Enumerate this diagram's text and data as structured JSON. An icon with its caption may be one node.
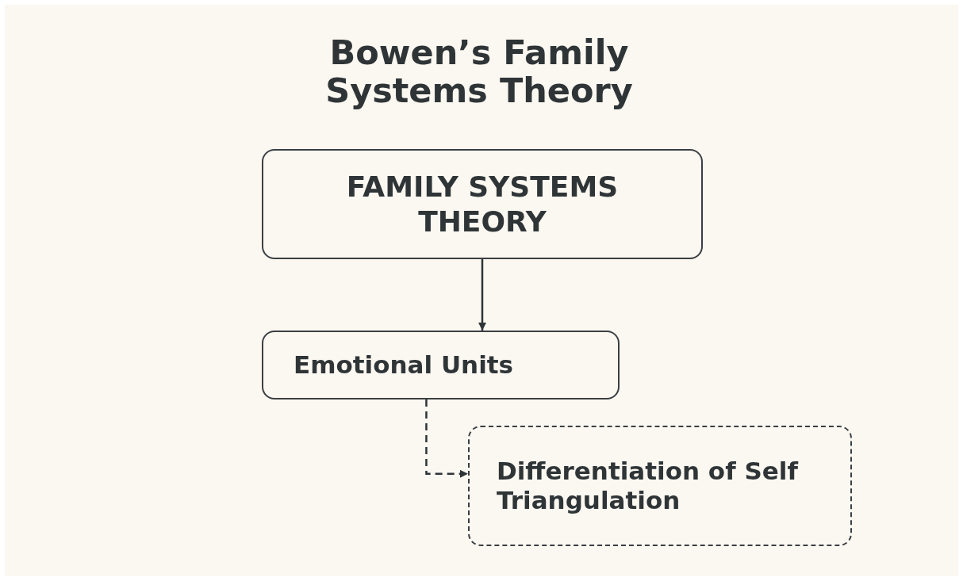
{
  "diagram": {
    "title": "Bowen’s Family Systems Theory",
    "nodes": [
      {
        "text": [
          "FAMILY SYSTEMS THEORY"
        ]
      },
      {
        "text": [
          "Emotional Units"
        ]
      },
      {
        "text": [
          "Differentiation of Self",
          "Triangulation"
        ]
      }
    ],
    "edges": [
      {
        "from": 0,
        "to": 1,
        "arrow": "to"
      },
      {
        "from": 1,
        "to": 2,
        "arrow": "to",
        "style": "dashed"
      }
    ]
  }
}
